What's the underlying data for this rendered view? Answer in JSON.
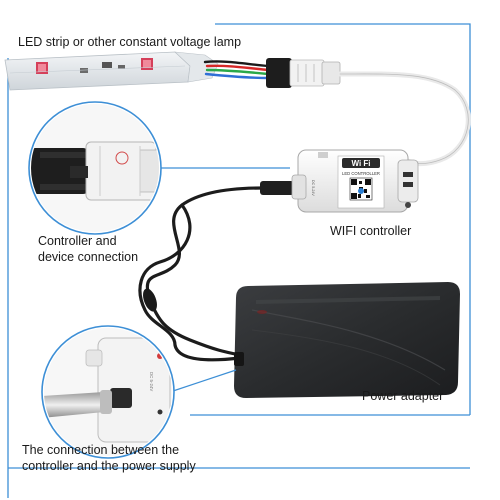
{
  "labels": {
    "strip": "LED strip or other constant voltage lamp",
    "controller_device_line1": "Controller and",
    "controller_device_line2": "device connection",
    "wifi_controller": "WIFI controller",
    "power_adapter": "Power adapter",
    "connection_line1": "The connection between the",
    "connection_line2": "controller and the power supply"
  },
  "device": {
    "wifi_badge": "Wi Fi",
    "controller_caption": "LED CONTROLLER"
  },
  "colors": {
    "frame_line": "#3d8fd6",
    "strip_body": "#e9edf0",
    "led_chip": "#d5405a",
    "adapter_body": "#2d2f31",
    "controller_body": "#f4f4f4",
    "cable": "#1c1c1c"
  }
}
